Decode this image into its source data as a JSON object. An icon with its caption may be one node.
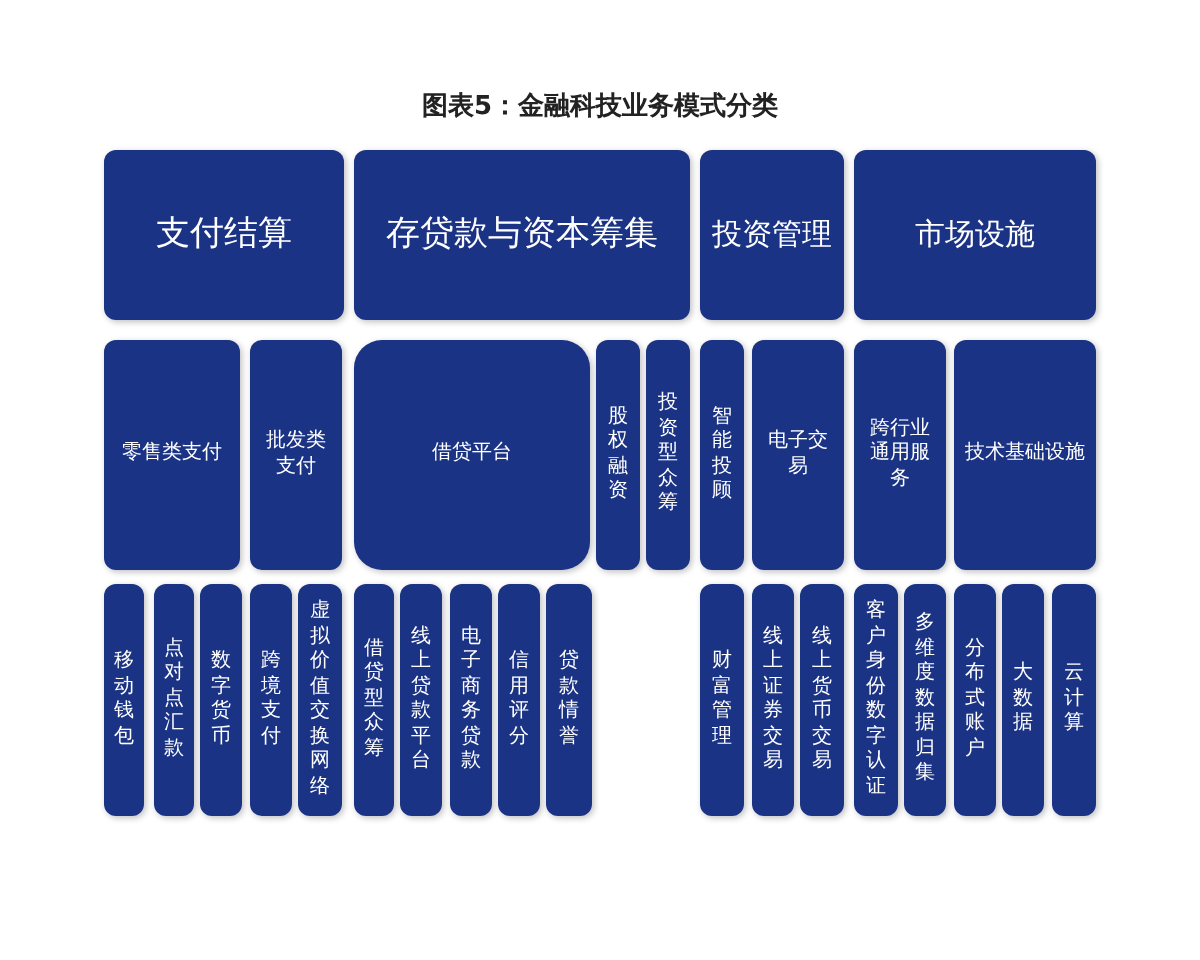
{
  "diagram": {
    "title": "图表5：金融科技业务模式分类",
    "nodes": [
      {
        "text": [
          "支付结算"
        ]
      },
      {
        "text": [
          "存贷款与资本筹集"
        ]
      },
      {
        "text": [
          "投资管理"
        ]
      },
      {
        "text": [
          "市场设施"
        ]
      },
      {
        "text": [
          "零售类支付"
        ]
      },
      {
        "text": [
          "批发类支付"
        ]
      },
      {
        "text": [
          "借贷平台"
        ]
      },
      {
        "text": [
          "股权融资"
        ]
      },
      {
        "text": [
          "投资型众筹"
        ]
      },
      {
        "text": [
          "智能投顾"
        ]
      },
      {
        "text": [
          "电子交易"
        ]
      },
      {
        "text": [
          "跨行业通用服务"
        ]
      },
      {
        "text": [
          "技术基础设施"
        ]
      },
      {
        "text": [
          "移动钱包"
        ]
      },
      {
        "text": [
          "点对点汇款"
        ]
      },
      {
        "text": [
          "数字货币"
        ]
      },
      {
        "text": [
          "跨境支付"
        ]
      },
      {
        "text": [
          "虚拟价值交换网络"
        ]
      },
      {
        "text": [
          "借贷型众筹"
        ]
      },
      {
        "text": [
          "线上贷款平台"
        ]
      },
      {
        "text": [
          "电子商务贷款"
        ]
      },
      {
        "text": [
          "信用评分"
        ]
      },
      {
        "text": [
          "贷款情誉"
        ]
      },
      {
        "text": [
          "财富管理"
        ]
      },
      {
        "text": [
          "线上证券交易"
        ]
      },
      {
        "text": [
          "线上货币交易"
        ]
      },
      {
        "text": [
          "客户身份数字认证"
        ]
      },
      {
        "text": [
          "多维度数据归集"
        ]
      },
      {
        "text": [
          "分布式账户"
        ]
      },
      {
        "text": [
          "大数据"
        ]
      },
      {
        "text": [
          "云计算"
        ]
      }
    ],
    "edges": []
  }
}
